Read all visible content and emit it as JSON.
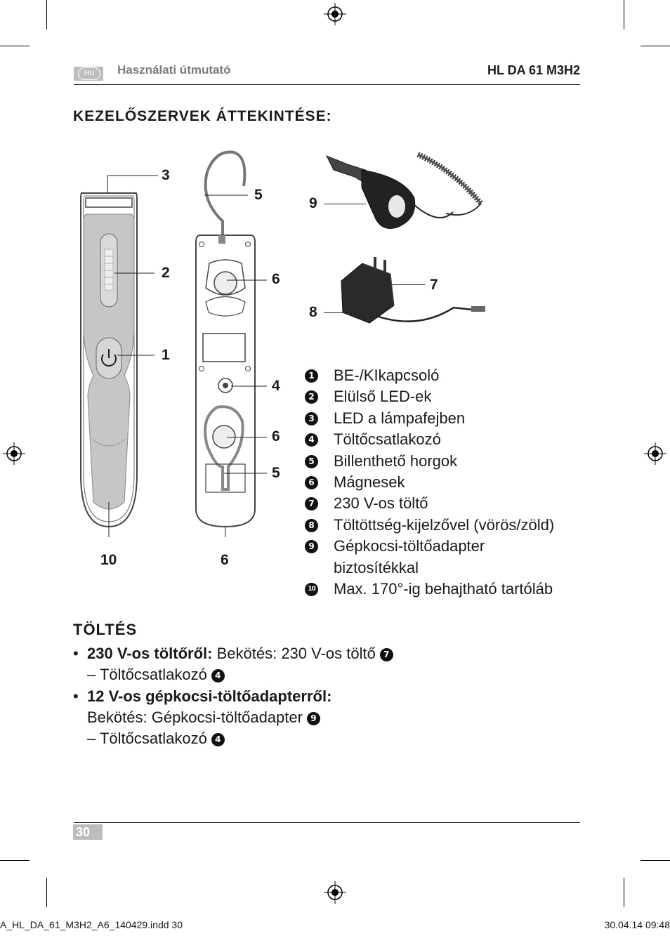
{
  "header": {
    "lang_badge": "HU",
    "title": "Használati útmutató",
    "model": "HL DA 61 M3H2"
  },
  "section_title": "KEZELŐSZERVEK ÁTTEKINTÉSE:",
  "callouts": {
    "c3": "3",
    "c2": "2",
    "c1": "1",
    "c10": "10",
    "c5a": "5",
    "c6a": "6",
    "c4": "4",
    "c6b": "6",
    "c5b": "5",
    "c6c": "6",
    "c9": "9",
    "c7": "7",
    "c8": "8"
  },
  "parts": [
    {
      "num": "1",
      "label": "BE-/KIkapcsoló"
    },
    {
      "num": "2",
      "label": "Elülső LED-ek"
    },
    {
      "num": "3",
      "label": "LED a lámpafejben"
    },
    {
      "num": "4",
      "label": "Töltőcsatlakozó"
    },
    {
      "num": "5",
      "label": "Billenthető horgok"
    },
    {
      "num": "6",
      "label": "Mágnesek"
    },
    {
      "num": "7",
      "label": "230 V-os töltő"
    },
    {
      "num": "8",
      "label": "Töltöttség-kijelzővel (vörös/zöld)"
    },
    {
      "num": "9",
      "label": "Gépkocsi-töltőadapter",
      "label2": "biztosítékkal"
    },
    {
      "num": "10",
      "label": "Max. 170°-ig behajtható tartóláb"
    }
  ],
  "charging": {
    "title": "TÖLTÉS",
    "b1_bold": "230 V-os töltőről:",
    "b1_text": " Bekötés: 230 V-os töltő",
    "b1_num": "7",
    "b1_line2": "– Töltőcsatlakozó",
    "b1_num2": "4",
    "b2_bold": "12 V-os gépkocsi-töltőadapterről:",
    "b2_line2": "Bekötés: Gépkocsi-töltőadapter",
    "b2_num": "9",
    "b2_line3": "– Töltőcsatlakozó",
    "b2_num2": "4",
    "bullet": "•"
  },
  "page_number": "30",
  "slug": {
    "file": "A_HL_DA_61_M3H2_A6_140429.indd   30",
    "date": "30.04.14   09:48"
  }
}
